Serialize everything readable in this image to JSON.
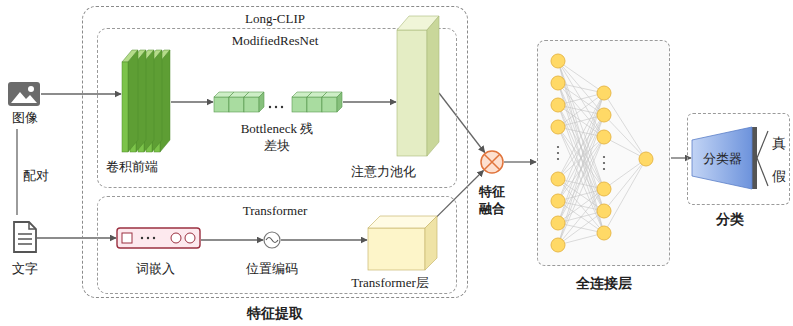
{
  "diagram": {
    "nodes": [
      {
        "text": [
          "图像"
        ]
      },
      {
        "text": [
          "文字"
        ]
      },
      {
        "text": [
          "Long-CLIP",
          "特征提取"
        ]
      },
      {
        "text": [
          "ModifiedResNet"
        ],
        "in": 2
      },
      {
        "text": [
          "卷积前端"
        ],
        "in": 3
      },
      {
        "text": [
          "Bottleneck 残差块"
        ],
        "in": 3
      },
      {
        "text": [
          "注意力池化"
        ],
        "in": 3
      },
      {
        "text": [
          "Transformer"
        ],
        "in": 2
      },
      {
        "text": [
          "词嵌入"
        ],
        "in": 7
      },
      {
        "text": [
          "位置编码"
        ],
        "in": 7
      },
      {
        "text": [
          "Transformer层"
        ],
        "in": 7
      },
      {
        "text": [
          "特征 融合"
        ]
      },
      {
        "text": [
          "全连接层"
        ]
      },
      {
        "text": [
          "分类"
        ]
      },
      {
        "text": [
          "分类器"
        ],
        "in": 13
      }
    ],
    "edges": [
      {
        "from": 0,
        "to": 1,
        "arrow": "none",
        "label": "配对"
      },
      {
        "from": 0,
        "to": 4,
        "arrow": "to"
      },
      {
        "from": 4,
        "to": 5,
        "arrow": "to"
      },
      {
        "from": 5,
        "to": 6,
        "arrow": "to"
      },
      {
        "from": 6,
        "to": 11,
        "arrow": "to"
      },
      {
        "from": 1,
        "to": 8,
        "arrow": "to"
      },
      {
        "from": 8,
        "to": 9,
        "arrow": "to"
      },
      {
        "from": 9,
        "to": 10,
        "arrow": "to"
      },
      {
        "from": 10,
        "to": 11,
        "arrow": "to"
      },
      {
        "from": 11,
        "to": 12,
        "arrow": "to"
      },
      {
        "from": 12,
        "to": 14,
        "arrow": "to"
      }
    ],
    "labels": [
      "真",
      "假"
    ]
  }
}
